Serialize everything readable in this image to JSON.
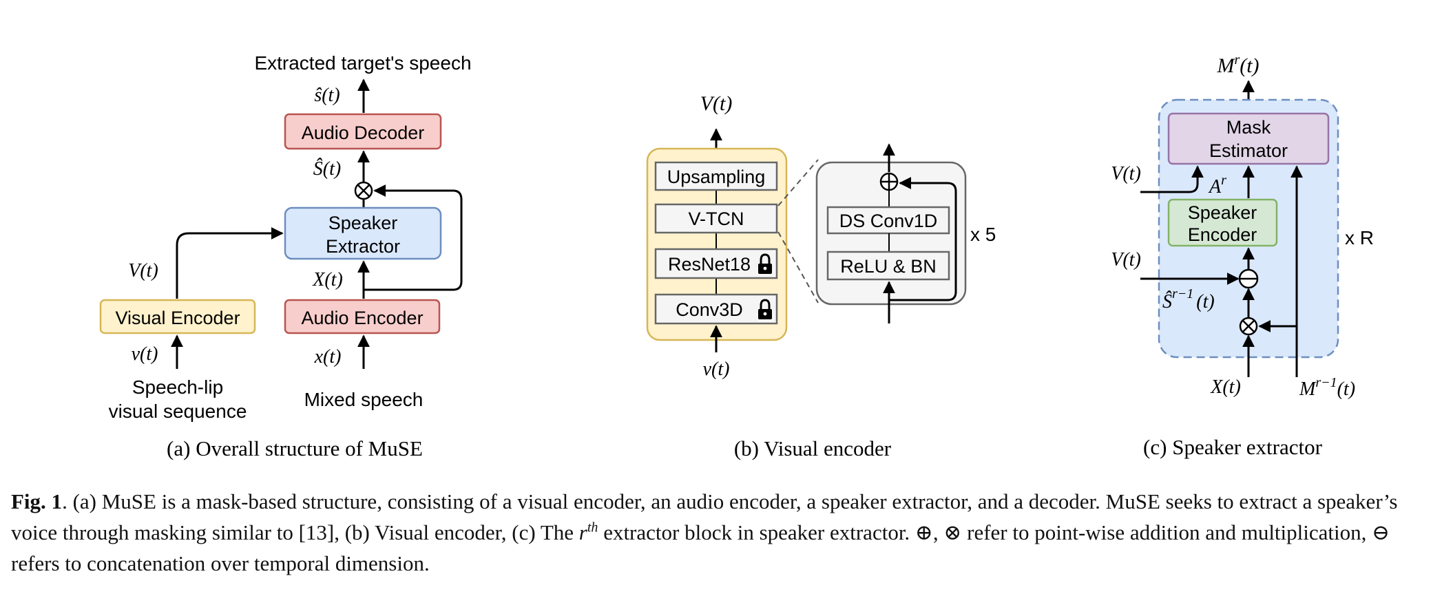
{
  "panel_a": {
    "output_label": "Extracted target's speech",
    "s_hat": "ŝ(t)",
    "S_hat": "Ŝ(t)",
    "audio_decoder": "Audio Decoder",
    "speaker_extractor_l1": "Speaker",
    "speaker_extractor_l2": "Extractor",
    "vt": "V(t)",
    "xt_cap": "X(t)",
    "visual_encoder": "Visual Encoder",
    "audio_encoder": "Audio Encoder",
    "v_small": "v(t)",
    "x_small": "x(t)",
    "visual_input_l1": "Speech-lip",
    "visual_input_l2": "visual sequence",
    "audio_input": "Mixed speech",
    "subtitle": "(a) Overall structure of MuSE",
    "colors": {
      "decoder_fill": "#f8cecc",
      "decoder_stroke": "#b85450",
      "extractor_fill": "#dae8fc",
      "extractor_stroke": "#6c8ebf",
      "visual_fill": "#fff2cc",
      "visual_stroke": "#d6b656"
    }
  },
  "panel_b": {
    "vt": "V(t)",
    "upsampling": "Upsampling",
    "vtcn": "V-TCN",
    "resnet": "ResNet18",
    "conv3d": "Conv3D",
    "v_small": "v(t)",
    "ds_conv": "DS Conv1D",
    "relu_bn": "ReLU & BN",
    "repeat": "x 5",
    "subtitle": "(b) Visual encoder",
    "icons": [
      "lock-icon",
      "plus-circle-icon"
    ],
    "colors": {
      "encoder_fill": "#fff2cc",
      "encoder_stroke": "#d6b656",
      "block_fill": "#f5f5f5",
      "block_stroke": "#666666"
    }
  },
  "panel_c": {
    "m_out_base": "M",
    "m_out_sup": "r",
    "m_out_tail": "(t)",
    "mask_l1": "Mask",
    "mask_l2": "Estimator",
    "vt_top": "V(t)",
    "a_base": "A",
    "a_sup": "r",
    "speaker_l1": "Speaker",
    "speaker_l2": "Encoder",
    "vt_mid": "V(t)",
    "s_base": "Ŝ",
    "s_sup": "r−1",
    "s_tail": "(t)",
    "x_in": "X(t)",
    "m_in_base": "M",
    "m_in_sup": "r−1",
    "m_in_tail": "(t)",
    "repeat": "x R",
    "subtitle": "(c) Speaker extractor",
    "icons": [
      "multiply-circle-icon",
      "concat-circle-icon"
    ],
    "colors": {
      "region_fill": "#dae8fc",
      "region_stroke": "#6c8ebf",
      "mask_fill": "#e1d5e7",
      "mask_stroke": "#9673a6",
      "speaker_fill": "#d5e8d4",
      "speaker_stroke": "#82b366"
    }
  },
  "caption": {
    "fig": "Fig. 1",
    "p1": ". (a) MuSE is a mask-based structure, consisting of a visual encoder, an audio encoder, a speaker extractor, and a decoder. MuSE seeks to extract a speaker’s voice through masking similar to [13], (b) Visual encoder, (c) The ",
    "r": "r",
    "th": "th",
    "p2": " extractor block in speaker extractor. ⊕, ⊗ refer to point-wise addition and multiplication, ⊖ refers to concatenation over temporal dimension."
  }
}
